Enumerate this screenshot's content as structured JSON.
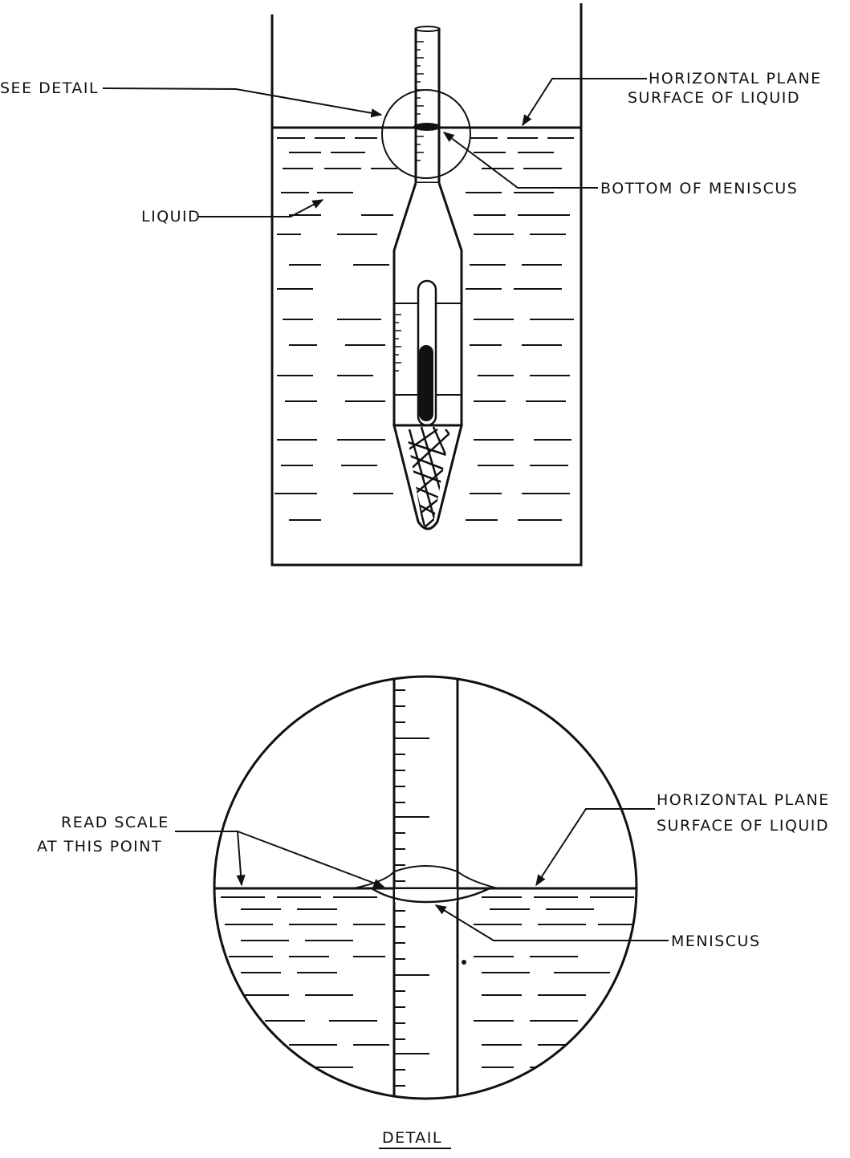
{
  "top_figure": {
    "labels": {
      "see_detail": "SEE DETAIL",
      "horizontal_plane": "HORIZONTAL PLANE",
      "surface_of_liquid": "SURFACE OF LIQUID",
      "bottom_of_meniscus": "BOTTOM OF MENISCUS",
      "liquid": "LIQUID"
    }
  },
  "detail_figure": {
    "labels": {
      "read_scale": "READ SCALE",
      "at_this_point": "AT THIS POINT",
      "horizontal_plane": "HORIZONTAL PLANE",
      "surface_of_liquid": "SURFACE OF LIQUID",
      "meniscus": "MENISCUS"
    },
    "caption": "DETAIL"
  },
  "colors": {
    "ink": "#111111",
    "paper": "#ffffff"
  }
}
